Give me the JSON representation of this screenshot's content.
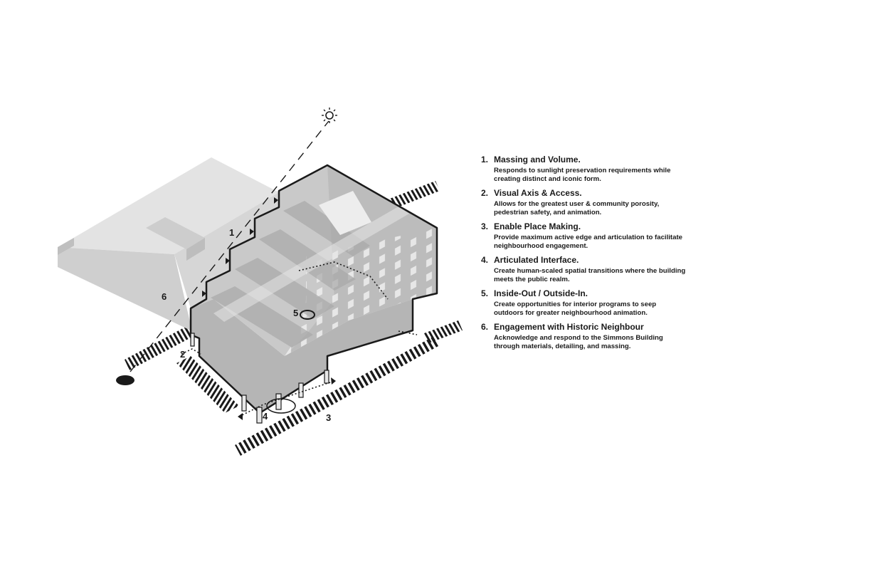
{
  "legend": [
    {
      "num": "1.",
      "title": "Massing and Volume.",
      "desc": "Responds to sunlight preservation requirements while creating distinct and iconic form."
    },
    {
      "num": "2.",
      "title": "Visual Axis & Access.",
      "desc": "Allows for the greatest user & community porosity, pedestrian safety, and animation."
    },
    {
      "num": "3.",
      "title": "Enable Place Making.",
      "desc": "Provide maximum active edge and articulation to facilitate neighbourhood engagement."
    },
    {
      "num": "4.",
      "title": "Articulated Interface.",
      "desc": "Create human-scaled spatial transitions where the building meets the public realm."
    },
    {
      "num": "5.",
      "title": "Inside-Out / Outside-In.",
      "desc": "Create opportunities for interior programs to seep outdoors for greater neighbourhood animation."
    },
    {
      "num": "6.",
      "title": "Engagement with Historic Neighbour",
      "desc": "Acknowledge and respond to the Simmons Building through materials, detailing, and massing."
    }
  ],
  "markers": {
    "m1": "1",
    "m2": "2",
    "m3": "3",
    "m4": "4",
    "m5": "5",
    "m6": "6"
  },
  "icons": {
    "sun": "sun-icon"
  },
  "colors": {
    "ink": "#1a1a1a",
    "massing_light": "#d9d9d9",
    "massing_mid": "#bdbdbd",
    "massing_dark": "#a9a9a9"
  }
}
